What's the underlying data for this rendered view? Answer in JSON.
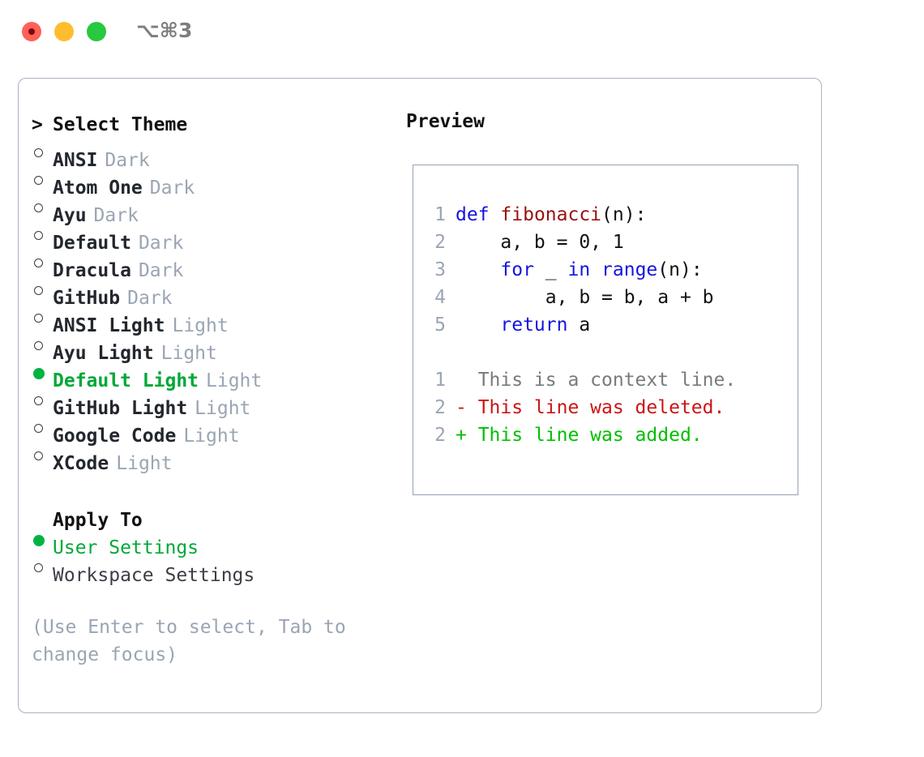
{
  "window": {
    "title_shortcut": "⌥⌘3",
    "traffic_lights": [
      "close-icon",
      "minimize-icon",
      "maximize-icon"
    ],
    "colors": {
      "close": "#ff6058",
      "minimize": "#ffbd2e",
      "maximize": "#28c840",
      "panel_border": "#a8b2c1",
      "preview_border": "#96a3b2",
      "accent_green": "#00a838",
      "muted": "#9aa5b4",
      "keyword_blue": "#1414e0",
      "function_red": "#9c1010",
      "diff_deleted": "#cc1414",
      "diff_added": "#00c000"
    }
  },
  "theme_section": {
    "caret": ">",
    "header": "Select Theme",
    "items": [
      {
        "name": "ANSI",
        "kind": "Dark",
        "selected": false
      },
      {
        "name": "Atom One",
        "kind": "Dark",
        "selected": false
      },
      {
        "name": "Ayu",
        "kind": "Dark",
        "selected": false
      },
      {
        "name": "Default",
        "kind": "Dark",
        "selected": false
      },
      {
        "name": "Dracula",
        "kind": "Dark",
        "selected": false
      },
      {
        "name": "GitHub",
        "kind": "Dark",
        "selected": false
      },
      {
        "name": "ANSI Light",
        "kind": "Light",
        "selected": false
      },
      {
        "name": "Ayu Light",
        "kind": "Light",
        "selected": false
      },
      {
        "name": "Default Light",
        "kind": "Light",
        "selected": true
      },
      {
        "name": "GitHub Light",
        "kind": "Light",
        "selected": false
      },
      {
        "name": "Google Code",
        "kind": "Light",
        "selected": false
      },
      {
        "name": "XCode",
        "kind": "Light",
        "selected": false
      }
    ]
  },
  "apply_section": {
    "header": "Apply To",
    "items": [
      {
        "name": "User Settings",
        "selected": true
      },
      {
        "name": "Workspace Settings",
        "selected": false
      }
    ]
  },
  "help": {
    "line1": "(Use Enter to select, Tab to",
    "line2": "change focus)"
  },
  "preview": {
    "label": "Preview",
    "code_lines": [
      {
        "no": "1",
        "tokens": [
          {
            "t": "def",
            "c": "kw"
          },
          {
            "t": " ",
            "c": "pl"
          },
          {
            "t": "fibonacci",
            "c": "fn"
          },
          {
            "t": "(n):",
            "c": "pl"
          }
        ]
      },
      {
        "no": "2",
        "tokens": [
          {
            "t": "    a, b = 0, 1",
            "c": "pl"
          }
        ]
      },
      {
        "no": "3",
        "tokens": [
          {
            "t": "    ",
            "c": "pl"
          },
          {
            "t": "for",
            "c": "kw"
          },
          {
            "t": " _ ",
            "c": "pl"
          },
          {
            "t": "in",
            "c": "kw"
          },
          {
            "t": " ",
            "c": "pl"
          },
          {
            "t": "range",
            "c": "kw"
          },
          {
            "t": "(n):",
            "c": "pl"
          }
        ]
      },
      {
        "no": "4",
        "tokens": [
          {
            "t": "        a, b = b, a + b",
            "c": "pl"
          }
        ]
      },
      {
        "no": "5",
        "tokens": [
          {
            "t": "    ",
            "c": "pl"
          },
          {
            "t": "return",
            "c": "kw"
          },
          {
            "t": " a",
            "c": "pl"
          }
        ]
      }
    ],
    "diff_lines": [
      {
        "no": "1",
        "marker": " ",
        "text": "  This is a context line.",
        "cls": "d-ctx"
      },
      {
        "no": "2",
        "marker": "-",
        "text": "- This line was deleted.",
        "cls": "d-del"
      },
      {
        "no": "2",
        "marker": "+",
        "text": "+ This line was added.",
        "cls": "d-add"
      }
    ]
  }
}
